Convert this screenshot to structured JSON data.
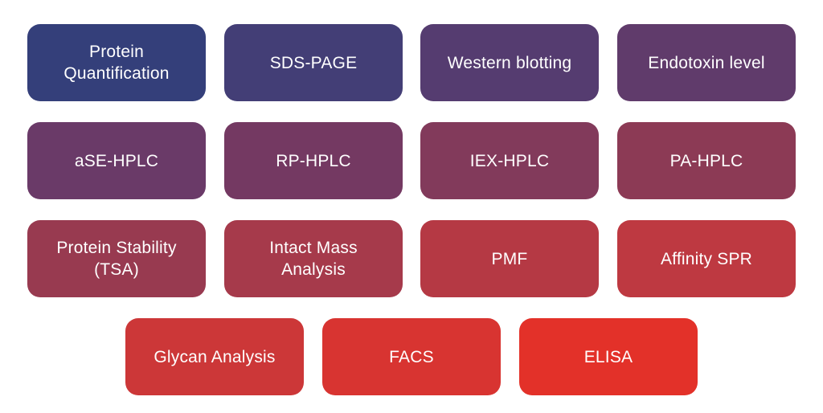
{
  "boxes": [
    {
      "label": "Protein\nQuantification",
      "color": "#343f7a"
    },
    {
      "label": "SDS-PAGE",
      "color": "#433e76"
    },
    {
      "label": "Western blotting",
      "color": "#553c70"
    },
    {
      "label": "Endotoxin level",
      "color": "#603b6b"
    },
    {
      "label": "aSE-HPLC",
      "color": "#6a3a68"
    },
    {
      "label": "RP-HPLC",
      "color": "#743962"
    },
    {
      "label": "IEX-HPLC",
      "color": "#823a5b"
    },
    {
      "label": "PA-HPLC",
      "color": "#8c3a55"
    },
    {
      "label": "Protein Stability\n(TSA)",
      "color": "#983a50"
    },
    {
      "label": "Intact Mass\nAnalysis",
      "color": "#a63a4b"
    },
    {
      "label": "PMF",
      "color": "#b53944"
    },
    {
      "label": "Affinity SPR",
      "color": "#be3941"
    },
    {
      "label": "Glycan Analysis",
      "color": "#cc3738"
    },
    {
      "label": "FACS",
      "color": "#d83431"
    },
    {
      "label": "ELISA",
      "color": "#e33129"
    }
  ]
}
